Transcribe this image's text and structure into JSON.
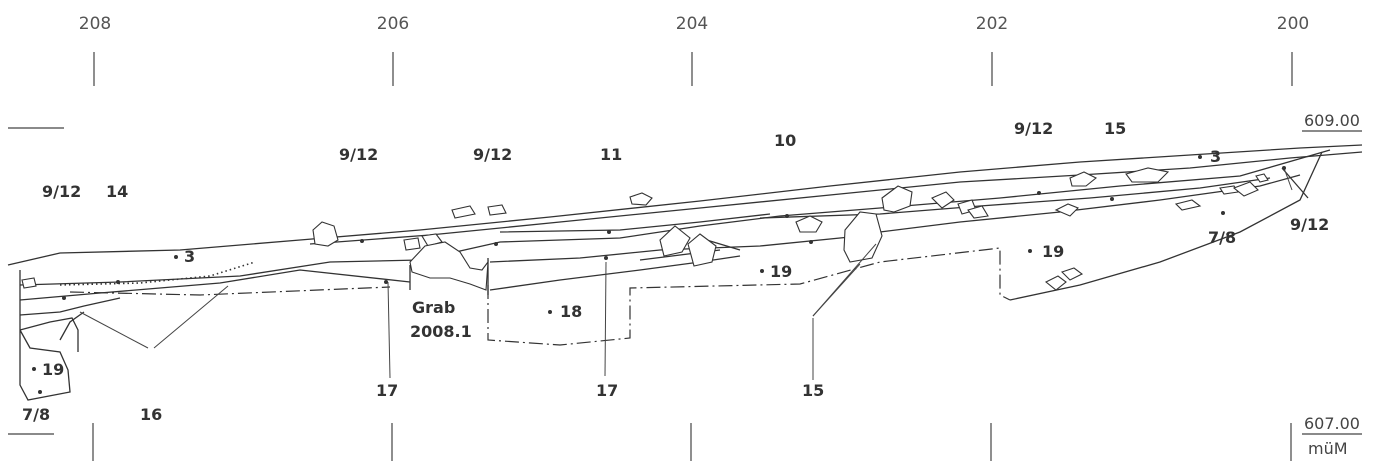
{
  "axis": {
    "x_labels": [
      "208",
      "206",
      "204",
      "202",
      "200"
    ]
  },
  "elevation": {
    "upper": "609.00",
    "lower": "607.00",
    "unit": "müM"
  },
  "layers": {
    "l_9_12_a": "9/12",
    "l_14": "14",
    "l_3_left": "3",
    "l_9_12_b": "9/12",
    "l_9_12_c": "9/12",
    "l_11": "11",
    "l_10": "10",
    "l_9_12_d": "9/12",
    "l_15_top": "15",
    "l_3_right": "3",
    "l_9_12_e": "9/12",
    "l_7_8_right": "7/8",
    "l_19_right": "19",
    "l_19_mid": "19",
    "l_18": "18",
    "l_17_mid": "17",
    "l_17_left": "17",
    "l_15_bottom": "15",
    "l_16": "16",
    "l_19_left": "19",
    "l_7_8_left": "7/8",
    "grab_line1": "Grab",
    "grab_line2": "2008.1"
  }
}
